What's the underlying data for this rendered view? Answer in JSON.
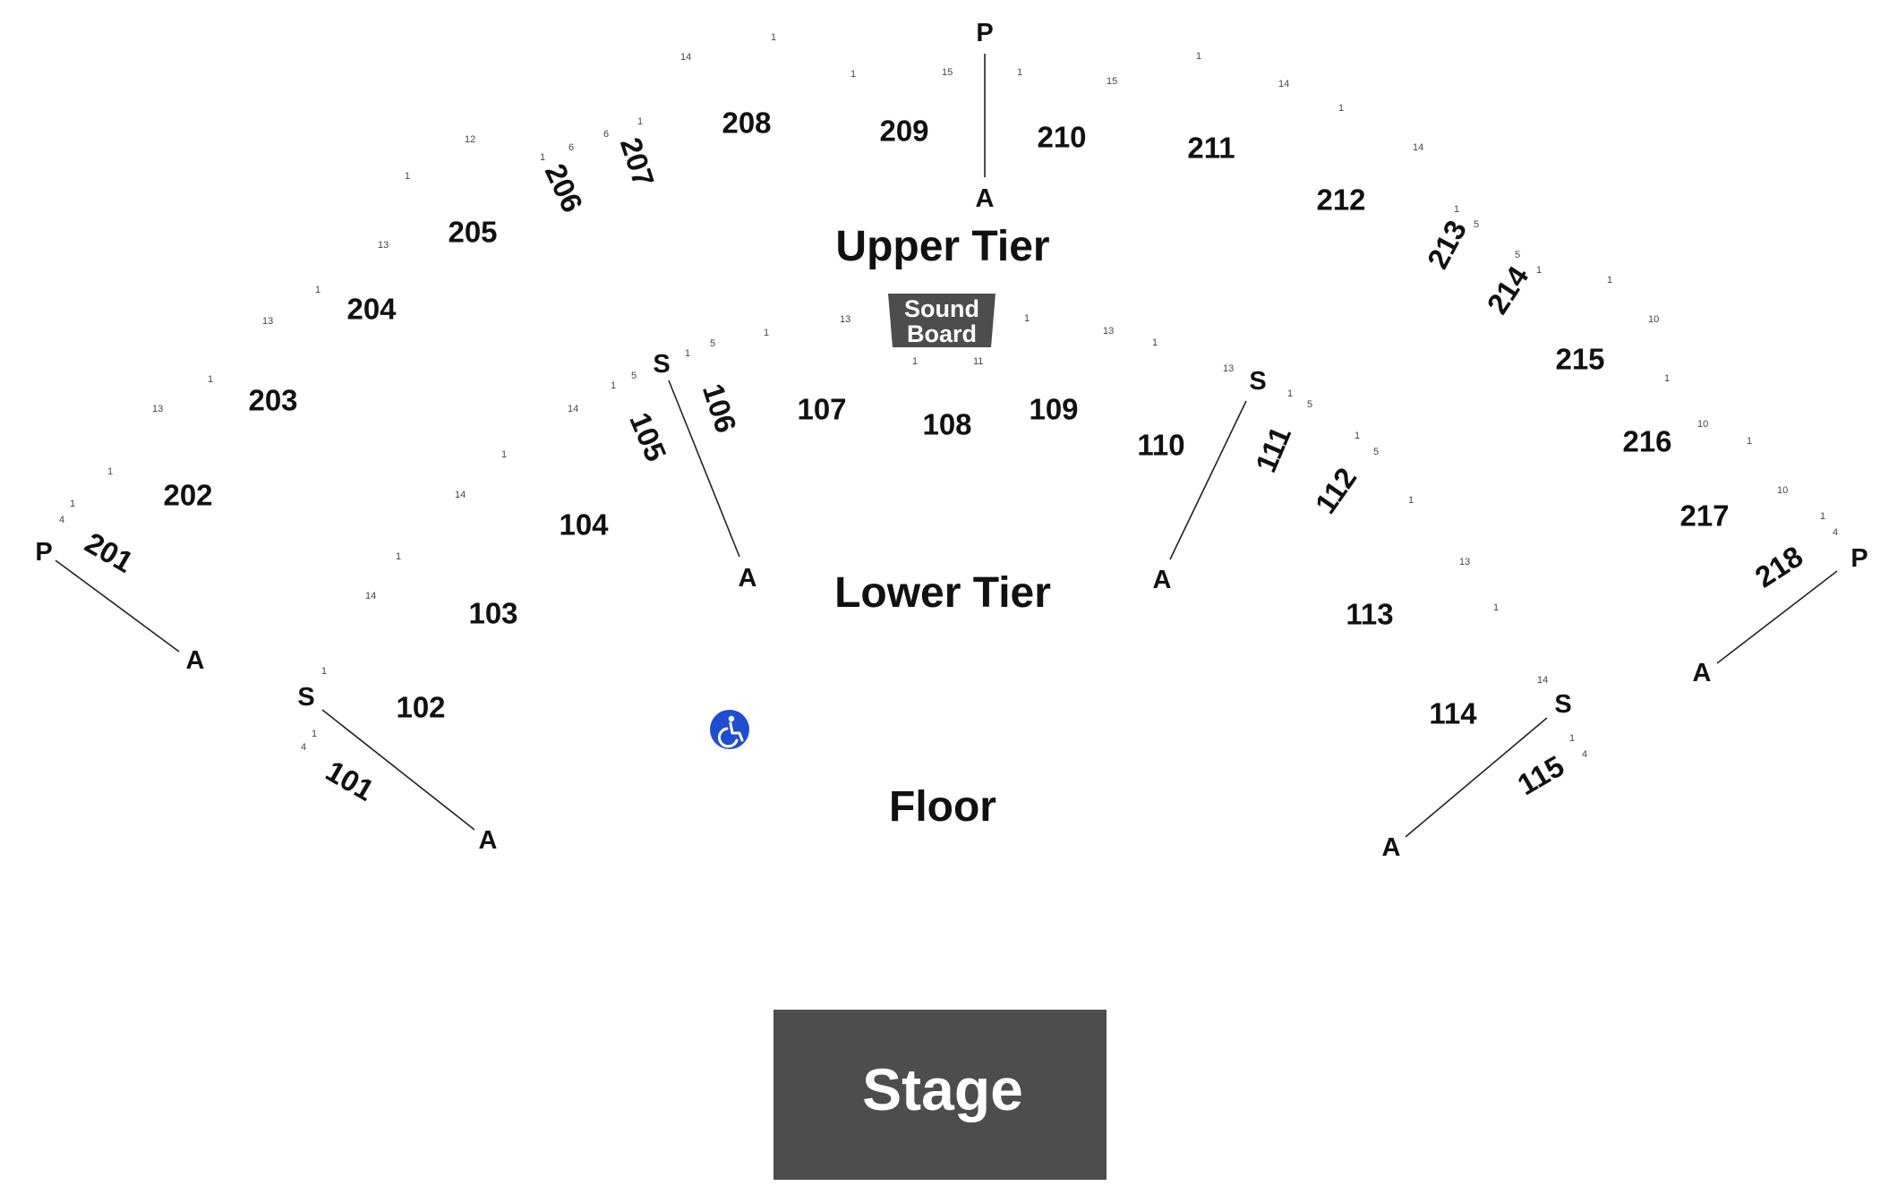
{
  "zones": {
    "upper": "Upper Tier",
    "lower": "Lower Tier",
    "floor": "Floor"
  },
  "stage": {
    "label": "Stage",
    "color": "#4d4d4d"
  },
  "sound_board": {
    "line1": "Sound",
    "line2": "Board",
    "color": "#4d4d4d"
  },
  "accessibility": {
    "icon": "wheelchair-icon",
    "color": "#1f4fcf"
  },
  "sections": {
    "s101": "101",
    "s102": "102",
    "s103": "103",
    "s104": "104",
    "s105": "105",
    "s106": "106",
    "s107": "107",
    "s108": "108",
    "s109": "109",
    "s110": "110",
    "s111": "111",
    "s112": "112",
    "s113": "113",
    "s114": "114",
    "s115": "115",
    "s201": "201",
    "s202": "202",
    "s203": "203",
    "s204": "204",
    "s205": "205",
    "s206": "206",
    "s207": "207",
    "s208": "208",
    "s209": "209",
    "s210": "210",
    "s211": "211",
    "s212": "212",
    "s213": "213",
    "s214": "214",
    "s215": "215",
    "s216": "216",
    "s217": "217",
    "s218": "218"
  },
  "aisles": {
    "p_left": "P",
    "a_left_upper": "A",
    "s_left_lower": "S",
    "a_left_lower": "A",
    "s_105": "S",
    "a_105": "A",
    "p_top": "P",
    "a_top": "A",
    "s_111": "S",
    "a_111": "A",
    "p_right": "P",
    "a_right_upper": "A",
    "s_right_lower": "S",
    "a_right_lower": "A"
  },
  "rows": {
    "r01": "4",
    "r02": "1",
    "r03": "1",
    "r04": "13",
    "r05": "1",
    "r06": "13",
    "r07": "1",
    "r08": "13",
    "r09": "1",
    "r10": "12",
    "r11": "1",
    "r12": "6",
    "r13": "6",
    "r14": "1",
    "r15": "14",
    "r16": "1",
    "r17": "1",
    "r18": "15",
    "r19": "1",
    "r20": "15",
    "r21": "1",
    "r22": "14",
    "r23": "1",
    "r24": "14",
    "r25": "1",
    "r26": "5",
    "r27": "5",
    "r28": "1",
    "r29": "1",
    "r30": "10",
    "r31": "1",
    "r32": "10",
    "r33": "1",
    "r34": "10",
    "r35": "1",
    "r36": "4",
    "r37": "1",
    "r38": "4",
    "r39": "1",
    "r40": "14",
    "r41": "1",
    "r42": "14",
    "r43": "1",
    "r44": "14",
    "r45": "1",
    "r46": "5",
    "r47": "1",
    "r48": "5",
    "r49": "1",
    "r50": "13",
    "r51": "1",
    "r52": "11",
    "r53": "1",
    "r54": "13",
    "r55": "1",
    "r56": "13",
    "r57": "1",
    "r58": "5",
    "r59": "1",
    "r60": "5",
    "r61": "1",
    "r62": "13",
    "r63": "1",
    "r64": "14",
    "r65": "1",
    "r66": "4"
  }
}
